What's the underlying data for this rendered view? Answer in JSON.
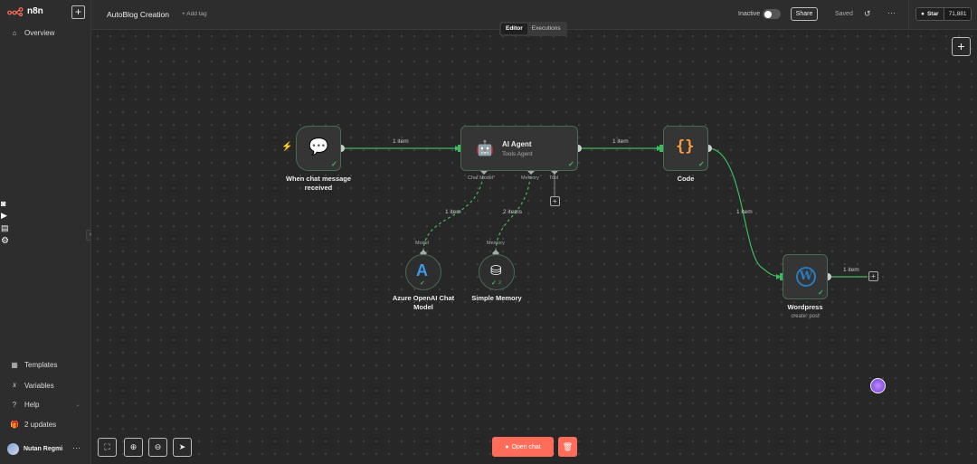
{
  "app": {
    "logo_text": "n8n"
  },
  "sidebar": {
    "overview": "Overview",
    "templates": "Templates",
    "variables": "Variables",
    "help": "Help",
    "updates": "2 updates",
    "user_name": "Nutan Regmi"
  },
  "header": {
    "workflow_name": "AutoBlog Creation",
    "add_tag": "+ Add tag",
    "inactive": "Inactive",
    "share": "Share",
    "saved": "Saved",
    "star": "Star",
    "star_count": "71,881"
  },
  "tabs": {
    "editor": "Editor",
    "executions": "Executions"
  },
  "nodes": {
    "trigger": {
      "label1": "When chat message",
      "label2": "received"
    },
    "agent": {
      "title": "AI Agent",
      "subtitle": "Tools Agent",
      "port_chat_model": "Chat Model",
      "port_memory": "Memory",
      "port_tool": "Tool"
    },
    "code": {
      "label": "Code"
    },
    "wordpress": {
      "label": "Wordpress",
      "subtitle": "create: post"
    },
    "azure": {
      "port": "Model",
      "label1": "Azure OpenAI Chat",
      "label2": "Model"
    },
    "memory": {
      "port": "Memory",
      "label": "Simple Memory"
    }
  },
  "edges": {
    "trigger_agent": "1 item",
    "agent_code": "1 item",
    "code_wordpress": "1 item",
    "wordpress_out": "1 item",
    "model_link": "1 item",
    "memory_link": "2 items"
  },
  "toolbar": {
    "open_chat": "Open chat"
  },
  "colors": {
    "accent": "#ff6d5a",
    "success": "#3fb95f",
    "node_border": "#4a6b52"
  }
}
